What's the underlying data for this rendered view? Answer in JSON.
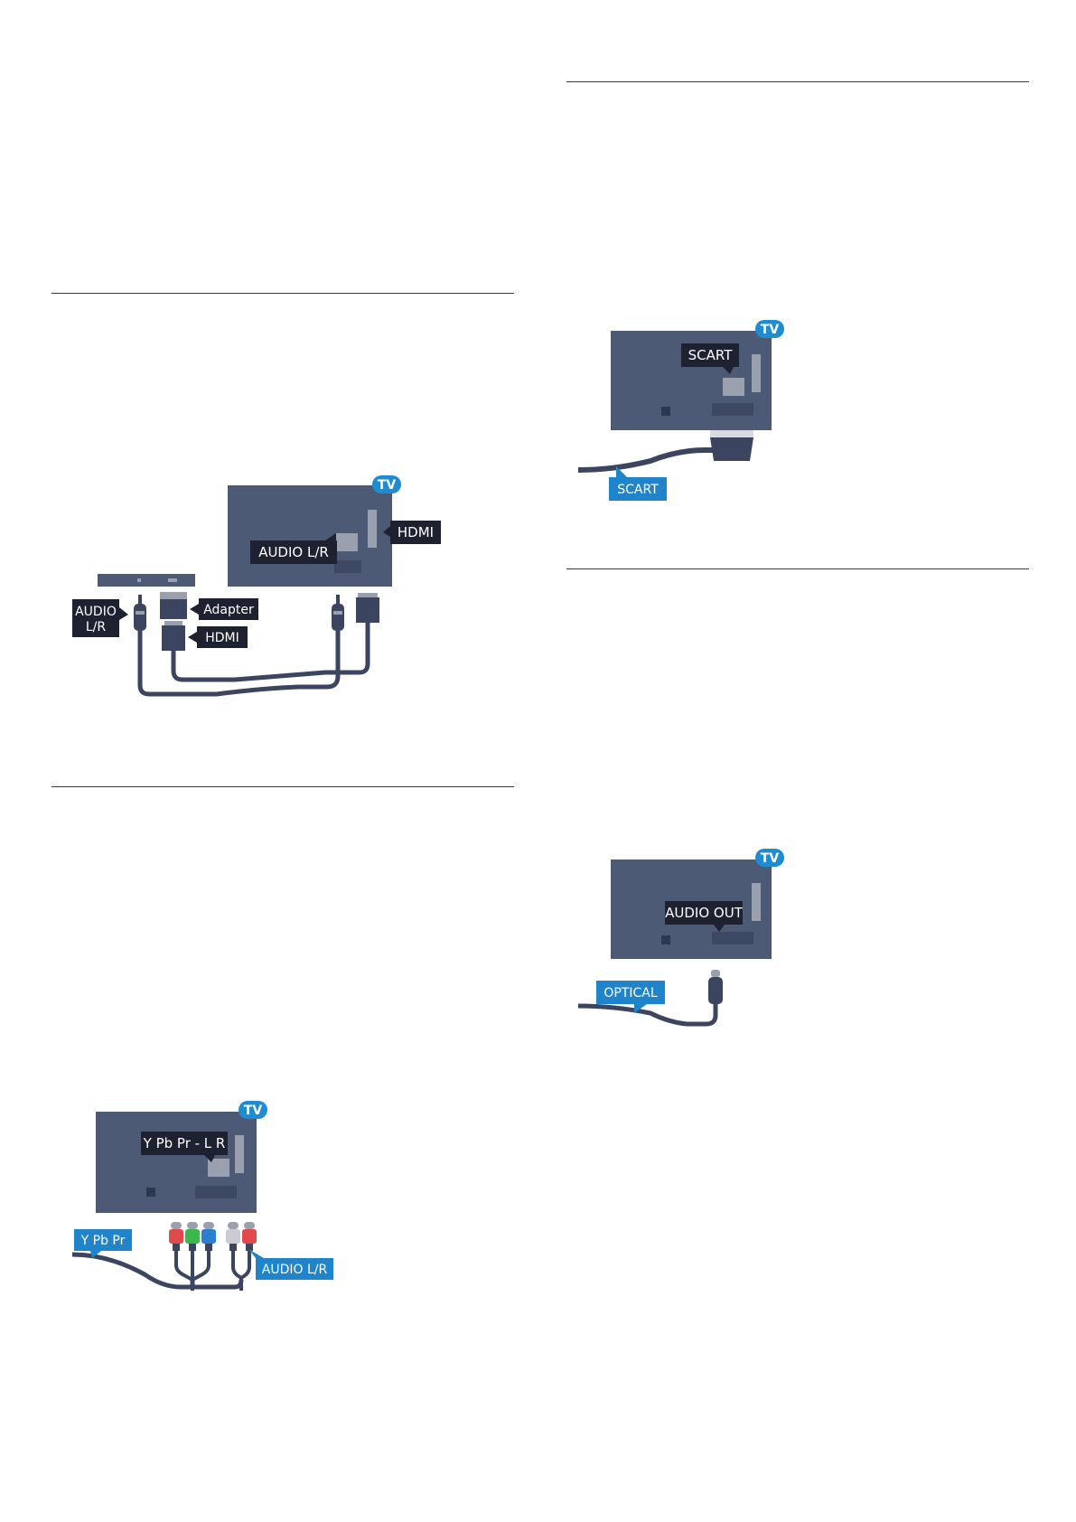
{
  "colors": {
    "tv_panel": "#4d5a75",
    "tv_badge": "#1f8bd0",
    "dark_label": "#1d2130",
    "blue_label": "#1f84c9",
    "cable": "#3c4560",
    "port": "#9aa0ad"
  },
  "figures": {
    "hdmi_audio": {
      "tv_badge": "TV",
      "hdmi_tv_label": "HDMI",
      "audio_tv_label": "AUDIO L/R",
      "audio_device_label_line1": "AUDIO",
      "audio_device_label_line2": "L/R",
      "adapter_label": "Adapter",
      "hdmi_device_label": "HDMI"
    },
    "component": {
      "tv_badge": "TV",
      "tv_port_label": "Y Pb Pr - L R",
      "ypbpr_cable_label": "Y Pb Pr",
      "audio_cable_label": "AUDIO L/R"
    },
    "scart": {
      "tv_badge": "TV",
      "tv_port_label": "SCART",
      "cable_label": "SCART"
    },
    "optical": {
      "tv_badge": "TV",
      "tv_port_label": "AUDIO OUT",
      "cable_label": "OPTICAL"
    }
  }
}
